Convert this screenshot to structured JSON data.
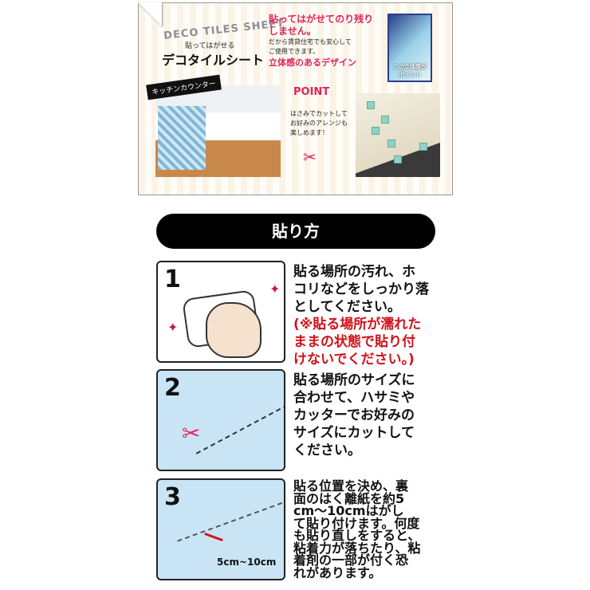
{
  "banner": {
    "deco_title": "DECO TILES SHEET",
    "subtitle": "貼ってはがせる",
    "title": "デコタイルシート",
    "headline": [
      "貼ってはがせてのり残り",
      "しません。"
    ],
    "body": [
      "だから賃貸住宅でも安心して",
      "ご使用できます。"
    ],
    "design": "立体感のあるデザイン",
    "tile_caption": [
      "この立体感が",
      "ポイント"
    ],
    "kitchen_tag": "キッチンカウンター",
    "point_label": "POINT",
    "point_text": [
      "はさみでカットして",
      "お好みのアレンジも",
      "楽しめます！"
    ]
  },
  "section_title": "貼り方",
  "steps": [
    {
      "number": "1",
      "lines": [
        "貼る場所の汚れ、ホ",
        "コリなどをしっかり落",
        "としてください。"
      ],
      "warning": [
        "(※貼る場所が濡れた",
        "ままの状態で貼り付",
        "けないでください。)"
      ]
    },
    {
      "number": "2",
      "lines": [
        "貼る場所のサイズに",
        "合わせて、ハサミや",
        "カッターでお好みの",
        "サイズにカットして",
        "ください。"
      ]
    },
    {
      "number": "3",
      "lines": [
        "貼る位置を決め、裏",
        "面のはく離紙を約5",
        "cm～10cmはがし",
        "て貼り付けます。何度",
        "も貼り直しをすると、",
        "粘着力が落ちたり、粘",
        "着剤の一部が付く恐",
        "れがあります。"
      ],
      "diagram_label": "5cm~10cm"
    }
  ]
}
